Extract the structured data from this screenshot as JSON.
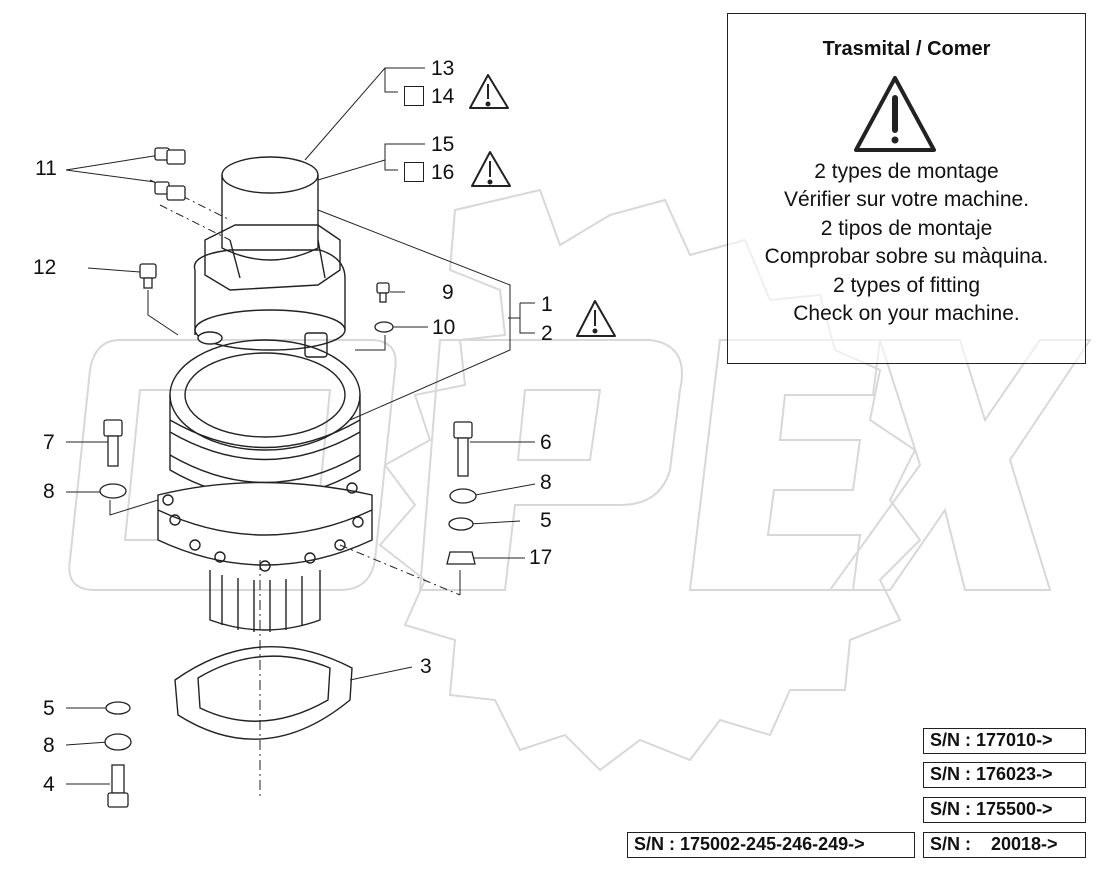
{
  "watermark": {
    "text": "OPEX"
  },
  "callouts": {
    "c1": "1",
    "c2": "2",
    "c3": "3",
    "c4": "4",
    "c5a": "5",
    "c5b": "5",
    "c6": "6",
    "c7": "7",
    "c8a": "8",
    "c8b": "8",
    "c8c": "8",
    "c9": "9",
    "c10": "10",
    "c11": "11",
    "c12": "12",
    "c13": "13",
    "c14": "14",
    "c15": "15",
    "c16": "16",
    "c17": "17"
  },
  "notice": {
    "title": "Trasmital  / Comer",
    "lines": [
      "2 types de montage",
      "Vérifier sur votre machine.",
      "2 tipos de montaje",
      "Comprobar sobre su màquina.",
      "2 types of fitting",
      "Check on your machine."
    ]
  },
  "serials": [
    "S/N : 177010->",
    "S/N : 176023->",
    "S/N : 175500->",
    "S/N : 175002-245-246-249->",
    "S/N :    20018->"
  ],
  "icons": [
    "warning-triangle-icon",
    "checkbox-square-icon"
  ],
  "colors": {
    "line": "#222222",
    "watermark": "#e2e2e2"
  }
}
